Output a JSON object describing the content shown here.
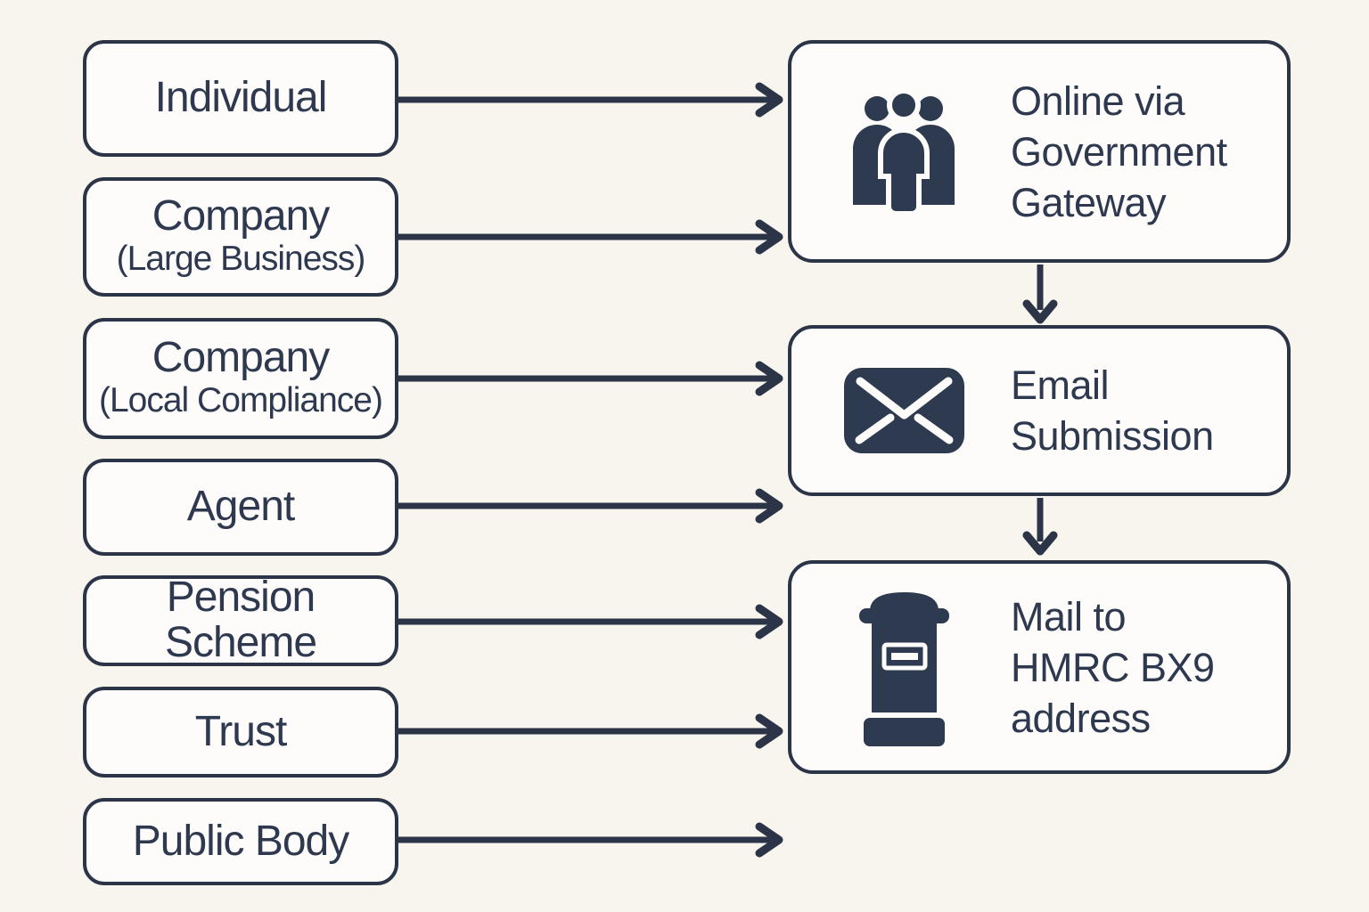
{
  "colors": {
    "background": "#f8f5ef",
    "box_fill": "#fdfcfa",
    "ink": "#2b3547"
  },
  "sources": [
    {
      "label": "Individual"
    },
    {
      "label": "Company",
      "sub": "(Large Business)"
    },
    {
      "label": "Company",
      "sub": "(Local Compliance)"
    },
    {
      "label": "Agent"
    },
    {
      "label": "Pension Scheme"
    },
    {
      "label": "Trust"
    },
    {
      "label": "Public Body"
    }
  ],
  "methods": [
    {
      "icon": "people-icon",
      "lines": [
        "Online via",
        "Government",
        "Gateway"
      ]
    },
    {
      "icon": "envelope-icon",
      "lines": [
        "Email",
        "Submission"
      ]
    },
    {
      "icon": "postbox-icon",
      "lines": [
        "Mail to",
        "HMRC BX9",
        "address"
      ]
    }
  ]
}
